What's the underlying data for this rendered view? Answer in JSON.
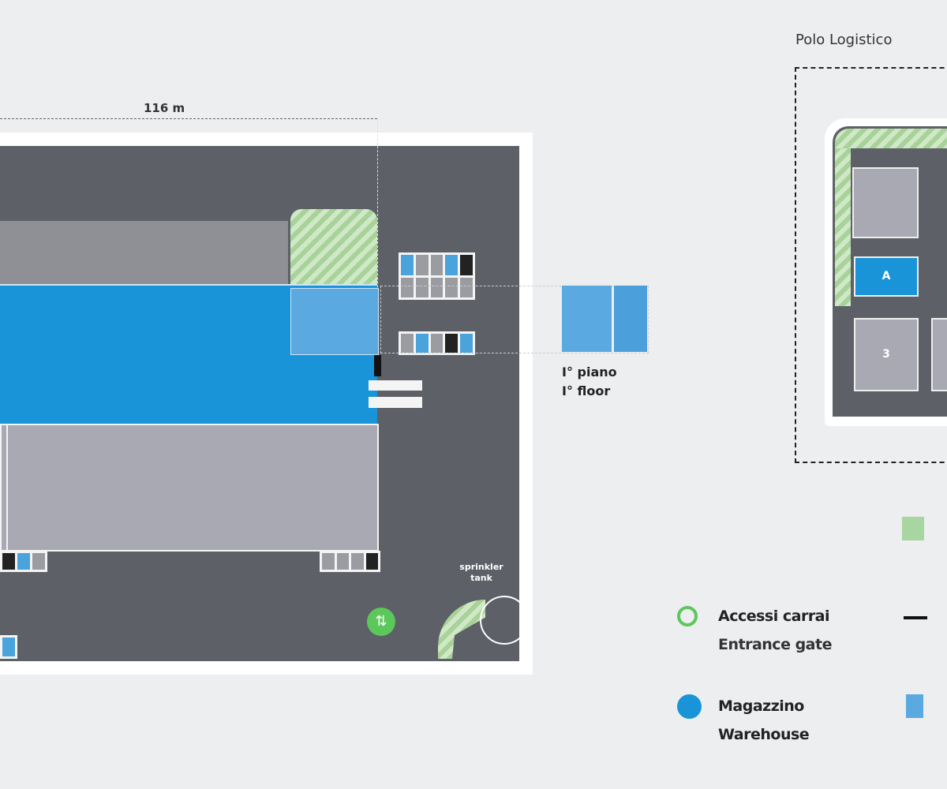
{
  "site_plan": {
    "dimension_label": "116 m",
    "first_floor_label_it": "I° piano",
    "first_floor_label_en": "I° floor",
    "sprinkler_label": "sprinkler tank"
  },
  "overview": {
    "title": "Polo Logistico",
    "building_a": "A",
    "building_3": "3"
  },
  "legend": {
    "items": [
      {
        "it": "Accessi carrai",
        "en": "Entrance gate",
        "color": "#5cc85c"
      },
      {
        "it": "Magazzino",
        "en": "Warehouse",
        "color": "#1a94d8"
      }
    ]
  },
  "colors": {
    "ground": "#5d6066",
    "warehouse": "#1a94d8",
    "office": "#5aa9e0",
    "green": "#a8d29a",
    "building": "#a9a9b4"
  }
}
